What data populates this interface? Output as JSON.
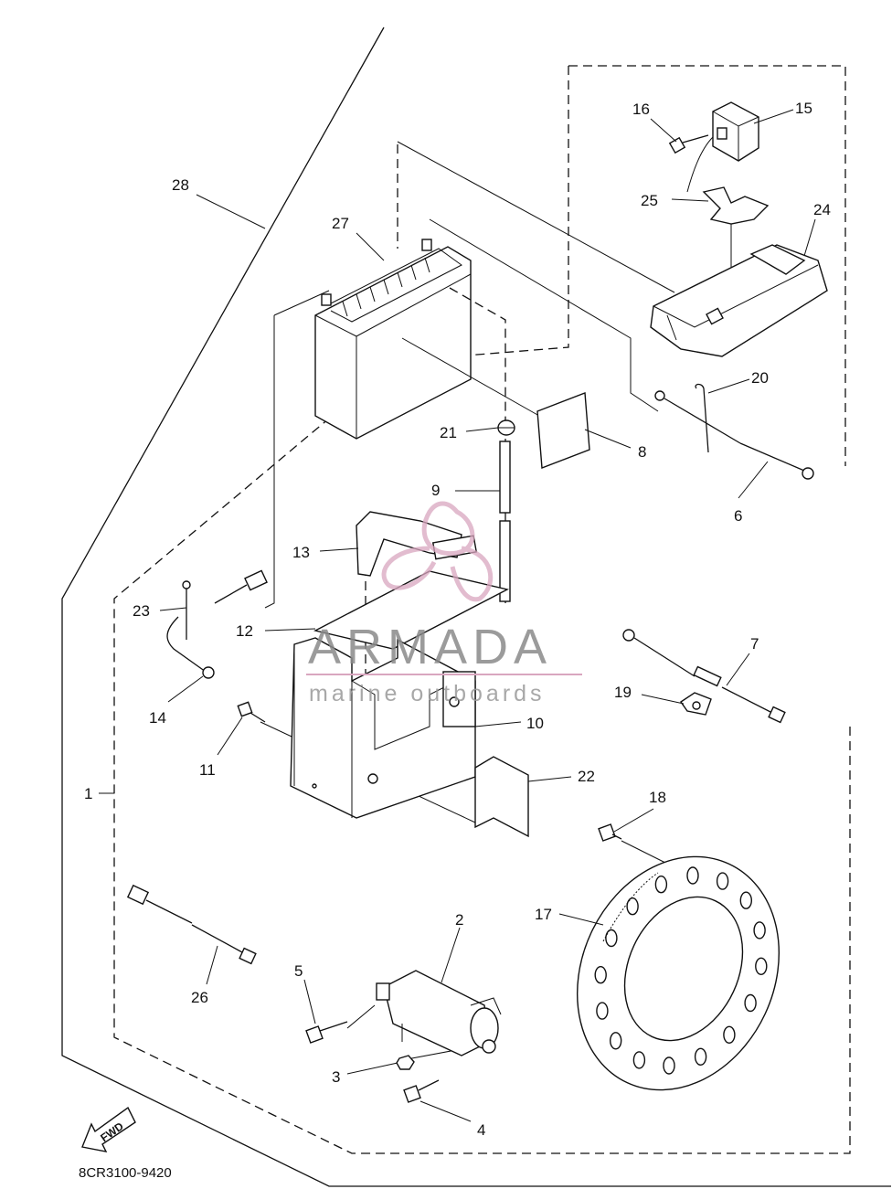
{
  "callouts": [
    {
      "id": "1",
      "label": "1"
    },
    {
      "id": "2",
      "label": "2"
    },
    {
      "id": "3",
      "label": "3"
    },
    {
      "id": "4",
      "label": "4"
    },
    {
      "id": "5",
      "label": "5"
    },
    {
      "id": "6",
      "label": "6"
    },
    {
      "id": "7",
      "label": "7"
    },
    {
      "id": "8",
      "label": "8"
    },
    {
      "id": "9",
      "label": "9"
    },
    {
      "id": "10",
      "label": "10"
    },
    {
      "id": "11",
      "label": "11"
    },
    {
      "id": "12",
      "label": "12"
    },
    {
      "id": "13",
      "label": "13"
    },
    {
      "id": "14",
      "label": "14"
    },
    {
      "id": "15",
      "label": "15"
    },
    {
      "id": "16",
      "label": "16"
    },
    {
      "id": "17",
      "label": "17"
    },
    {
      "id": "18",
      "label": "18"
    },
    {
      "id": "19",
      "label": "19"
    },
    {
      "id": "20",
      "label": "20"
    },
    {
      "id": "21",
      "label": "21"
    },
    {
      "id": "22",
      "label": "22"
    },
    {
      "id": "23",
      "label": "23"
    },
    {
      "id": "24",
      "label": "24"
    },
    {
      "id": "25",
      "label": "25"
    },
    {
      "id": "26",
      "label": "26"
    },
    {
      "id": "27",
      "label": "27"
    },
    {
      "id": "28",
      "label": "28"
    }
  ],
  "watermark": {
    "title": "ARMADA",
    "subtitle": "marine outboards",
    "logo_color": "#d9a6bf",
    "text_color": "#8a8a8a"
  },
  "fwd_marker": "FWD",
  "diagram_code": "8CR3100-9420",
  "line_color": "#111111"
}
